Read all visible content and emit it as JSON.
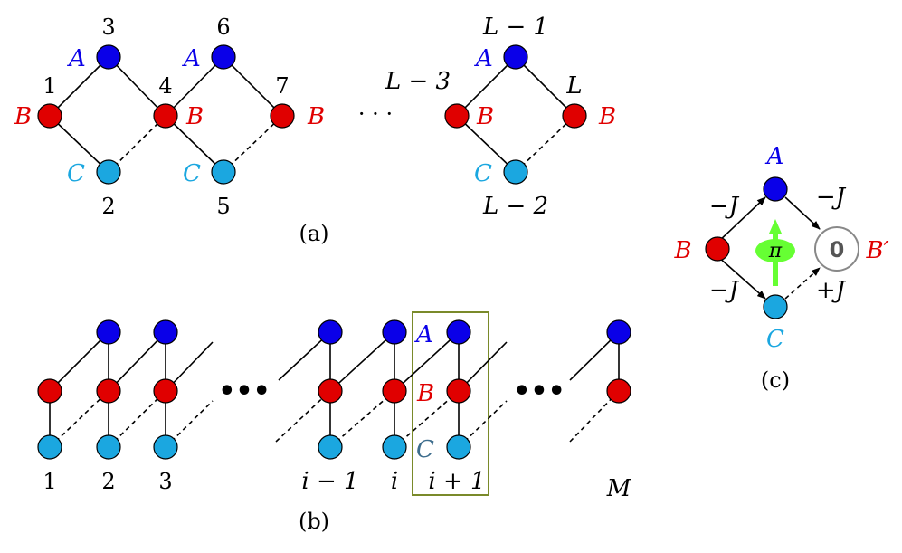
{
  "colors": {
    "A": "#0a00e8",
    "B": "#e00000",
    "C": "#1ba7e0",
    "arrow_green": "#66ff33",
    "box": "#7a8a2a",
    "zero_node": "#888888"
  },
  "panel_a": {
    "caption": "(a)",
    "site_numbers": [
      "1",
      "2",
      "3",
      "4",
      "5",
      "6",
      "7"
    ],
    "label_L_minus_1": "L − 1",
    "label_L_minus_2": "L − 2",
    "label_L_minus_3": "L − 3",
    "label_L": "L",
    "ellipsis": "· · ·",
    "A": "A",
    "B": "B",
    "C": "C"
  },
  "panel_b": {
    "caption": "(b)",
    "col_labels": [
      "1",
      "2",
      "3",
      "i − 1",
      "i",
      "i + 1",
      "M"
    ],
    "ellipsis": "•••",
    "A": "A",
    "B": "B",
    "C": "C"
  },
  "panel_c": {
    "caption": "(c)",
    "A": "A",
    "B": "B",
    "C": "C",
    "B_prime": "B′",
    "zero": "0",
    "pi": "π",
    "J_top_left": "−J",
    "J_top_right": "−J",
    "J_bottom_left": "−J",
    "J_bottom_right": "+J"
  }
}
